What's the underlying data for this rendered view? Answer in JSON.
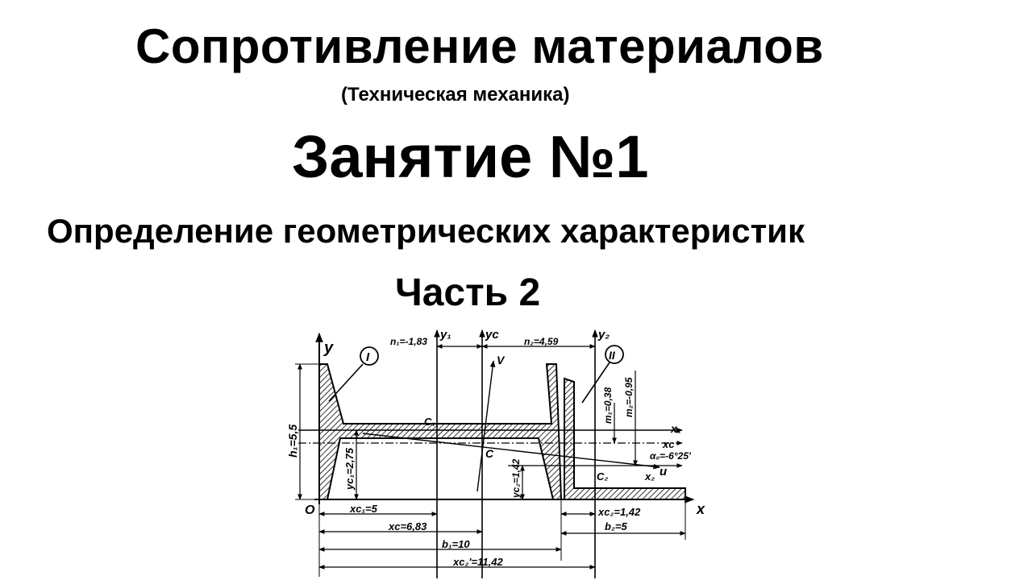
{
  "slide": {
    "title": "Сопротивление материалов",
    "subtitle": "(Техническая механика)",
    "lesson": "Занятие №1",
    "topic": "Определение геометрических характеристик",
    "part": "Часть 2"
  },
  "drawing": {
    "axes": {
      "y": "y",
      "y1": "y₁",
      "yc": "yc",
      "y2": "y₂",
      "x": "x",
      "x1": "x₁",
      "xc": "xc",
      "x2": "x₂",
      "u": "u",
      "v": "V",
      "origin": "O"
    },
    "points": {
      "c": "C",
      "c1": "C₁",
      "c2": "C₂"
    },
    "markers": {
      "one": "I",
      "two": "II"
    },
    "dims": {
      "n1": "n₁=-1,83",
      "n2": "n₂=4,59",
      "h1": "h₁=5,5",
      "yc1": "yc₁=2,75",
      "yc2": "yc₂=1,42",
      "m1": "m₁=0,38",
      "m2": "m₂=-0,95",
      "alpha": "α₀=-6°25'",
      "xc1": "xc₁=5",
      "xc": "xc=6,83",
      "b1": "b₁=10",
      "xc2": "xc₂'=11,42",
      "xe2": "xc₂=1,42",
      "b2": "b₂=5"
    }
  }
}
